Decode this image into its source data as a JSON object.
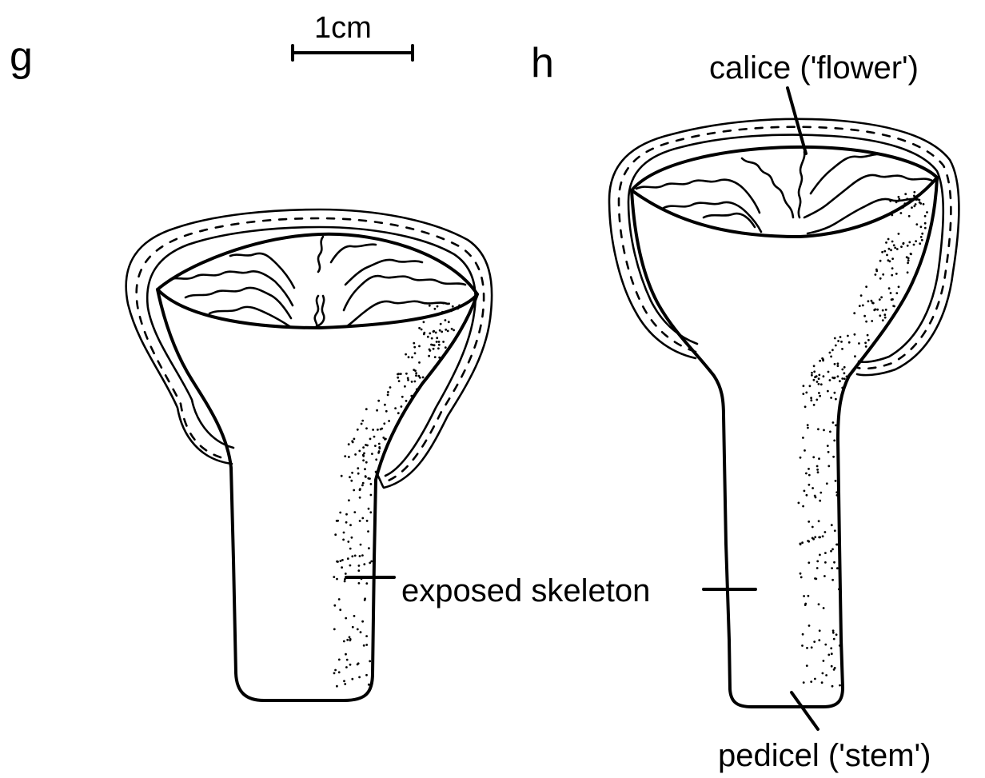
{
  "panels": {
    "left": "g",
    "right": "h"
  },
  "scale_bar": {
    "label": "1cm"
  },
  "annotations": {
    "calice": "calice ('flower')",
    "exposed_skeleton": "exposed skeleton",
    "pedicel": "pedicel ('stem')"
  }
}
